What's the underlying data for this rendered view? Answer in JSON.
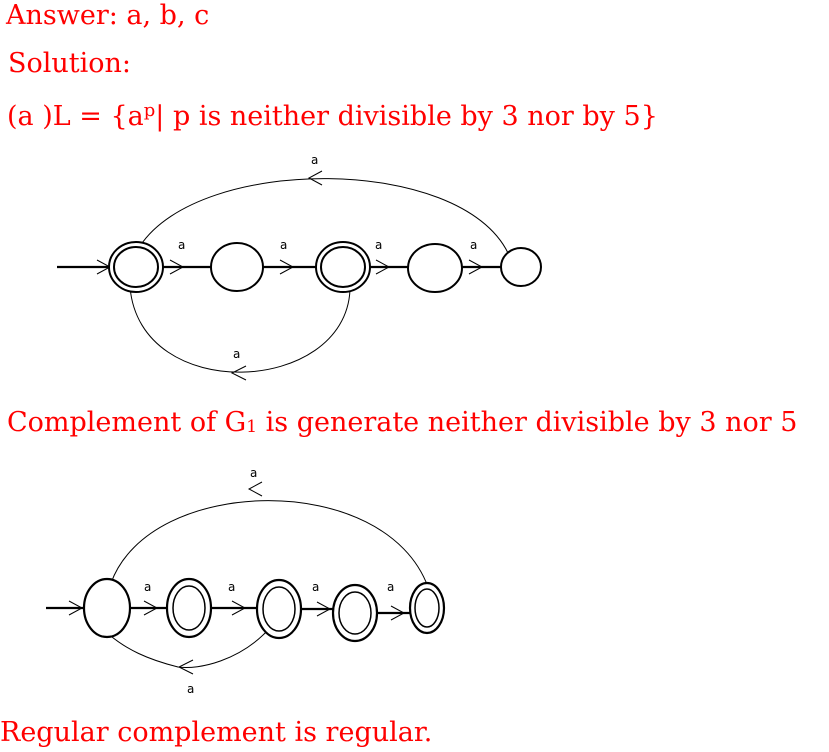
{
  "answer": "Answer: a, b, c",
  "solution": "Solution:",
  "part_a": {
    "prefix": "(a )L = {a",
    "sup": "p",
    "suffix": "| p is neither divisible by 3 nor by 5}"
  },
  "diagram1": {
    "edge_label": "a",
    "states": [
      {
        "id": "q0",
        "accepting": true,
        "initial": true
      },
      {
        "id": "q1",
        "accepting": false
      },
      {
        "id": "q2",
        "accepting": true
      },
      {
        "id": "q3",
        "accepting": false
      },
      {
        "id": "q4",
        "accepting": false
      }
    ],
    "transitions": [
      {
        "from": "q0",
        "to": "q1",
        "label": "a"
      },
      {
        "from": "q1",
        "to": "q2",
        "label": "a"
      },
      {
        "from": "q2",
        "to": "q3",
        "label": "a"
      },
      {
        "from": "q3",
        "to": "q4",
        "label": "a"
      },
      {
        "from": "q4",
        "to": "q0",
        "label": "a"
      },
      {
        "from": "q2",
        "to": "q0",
        "label": "a"
      }
    ]
  },
  "complement": {
    "prefix": "Complement of G",
    "sub": "1",
    "suffix": " is generate neither divisible by 3 nor 5"
  },
  "diagram2": {
    "edge_label": "a",
    "states": [
      {
        "id": "p0",
        "accepting": false,
        "initial": true
      },
      {
        "id": "p1",
        "accepting": true
      },
      {
        "id": "p2",
        "accepting": true
      },
      {
        "id": "p3",
        "accepting": true
      },
      {
        "id": "p4",
        "accepting": true
      }
    ],
    "transitions": [
      {
        "from": "p0",
        "to": "p1",
        "label": "a"
      },
      {
        "from": "p1",
        "to": "p2",
        "label": "a"
      },
      {
        "from": "p2",
        "to": "p3",
        "label": "a"
      },
      {
        "from": "p3",
        "to": "p4",
        "label": "a"
      },
      {
        "from": "p4",
        "to": "p0",
        "label": "a"
      },
      {
        "from": "p2",
        "to": "p0",
        "label": "a"
      }
    ]
  },
  "conclusion": "Regular complement is regular."
}
